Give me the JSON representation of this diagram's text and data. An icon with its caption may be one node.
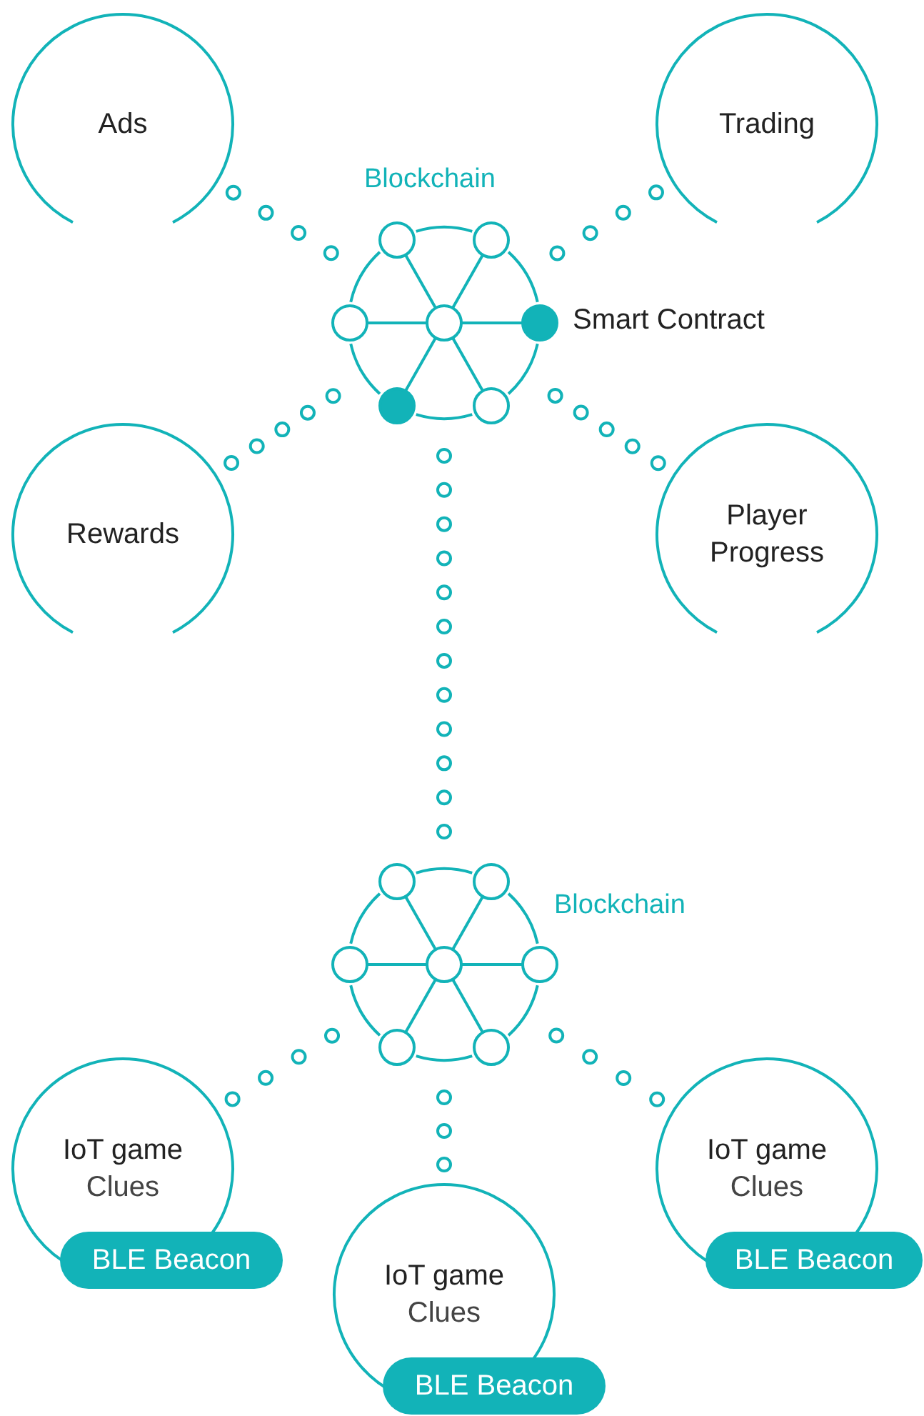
{
  "diagram": {
    "nodes": [
      {
        "text": [
          "Ads"
        ]
      },
      {
        "text": [
          "Trading"
        ]
      },
      {
        "text": [
          "Blockchain"
        ]
      },
      {
        "text": [
          "Rewards"
        ]
      },
      {
        "text": [
          "Player Progress"
        ]
      },
      {
        "text": [
          "Blockchain"
        ]
      },
      {
        "text": [
          "IoT game",
          "Clues"
        ]
      },
      {
        "text": [
          "BLE Beacon"
        ]
      },
      {
        "text": [
          "IoT game",
          "Clues"
        ]
      },
      {
        "text": [
          "BLE Beacon"
        ]
      },
      {
        "text": [
          "IoT game",
          "Clues"
        ]
      },
      {
        "text": [
          "BLE Beacon"
        ]
      }
    ],
    "edges": [
      {
        "from": 0,
        "to": 2,
        "arrow": "none",
        "style": "dashed"
      },
      {
        "from": 1,
        "to": 2,
        "arrow": "none",
        "style": "dashed"
      },
      {
        "from": 3,
        "to": 2,
        "arrow": "none",
        "style": "dashed"
      },
      {
        "from": 4,
        "to": 2,
        "arrow": "none",
        "style": "dashed"
      },
      {
        "from": 2,
        "to": 5,
        "arrow": "none",
        "style": "dashed"
      },
      {
        "from": 5,
        "to": 6,
        "arrow": "none",
        "style": "dashed"
      },
      {
        "from": 5,
        "to": 8,
        "arrow": "none",
        "style": "dashed"
      },
      {
        "from": 5,
        "to": 10,
        "arrow": "none",
        "style": "dashed"
      }
    ],
    "labels": [
      "Smart Contract"
    ]
  }
}
